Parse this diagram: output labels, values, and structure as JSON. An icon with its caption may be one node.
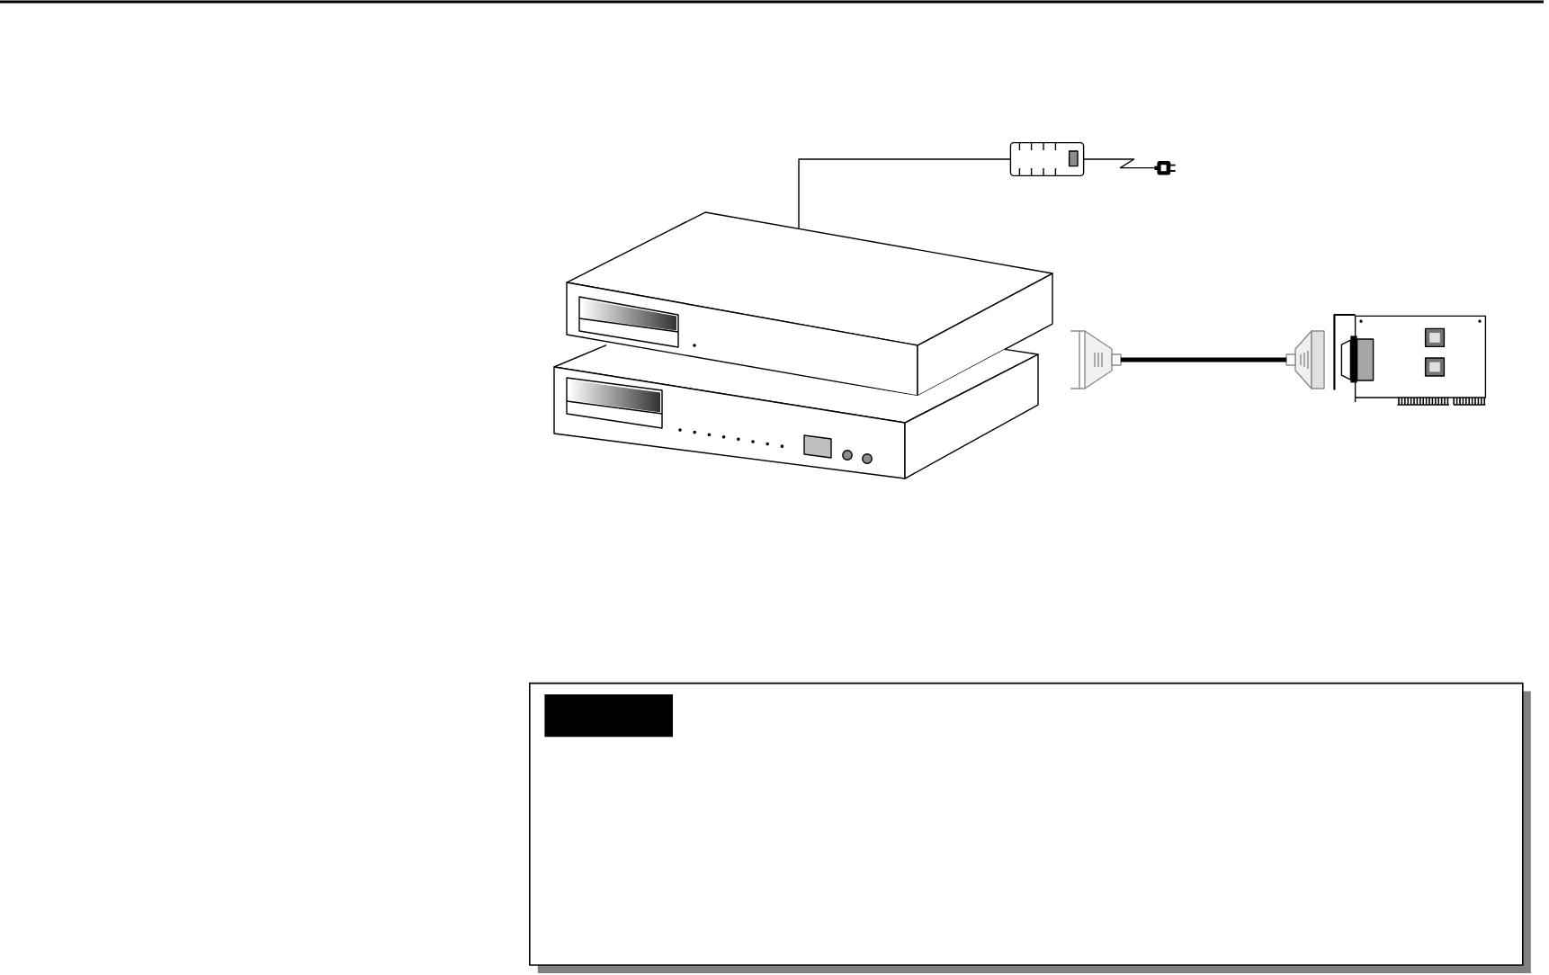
{
  "diagram": {
    "nodes": [
      {
        "text": [],
        "shape": "picture"
      },
      {
        "text": [],
        "shape": "picture"
      },
      {
        "text": [],
        "shape": "picture"
      },
      {
        "text": [],
        "shape": "picture"
      },
      {
        "text": [],
        "shape": "picture"
      },
      {
        "text": [],
        "shape": "picture"
      },
      {
        "text": [],
        "shape": "picture"
      },
      {
        "text": [],
        "shape": "box"
      },
      {
        "text": [],
        "shape": "bar",
        "in": 7
      }
    ],
    "edges": [
      {
        "from": 2,
        "to": 0,
        "arrow": "none"
      },
      {
        "from": 0,
        "to": 1,
        "arrow": "none"
      },
      {
        "from": 4,
        "to": 5,
        "arrow": "none",
        "style": "thick"
      }
    ]
  }
}
